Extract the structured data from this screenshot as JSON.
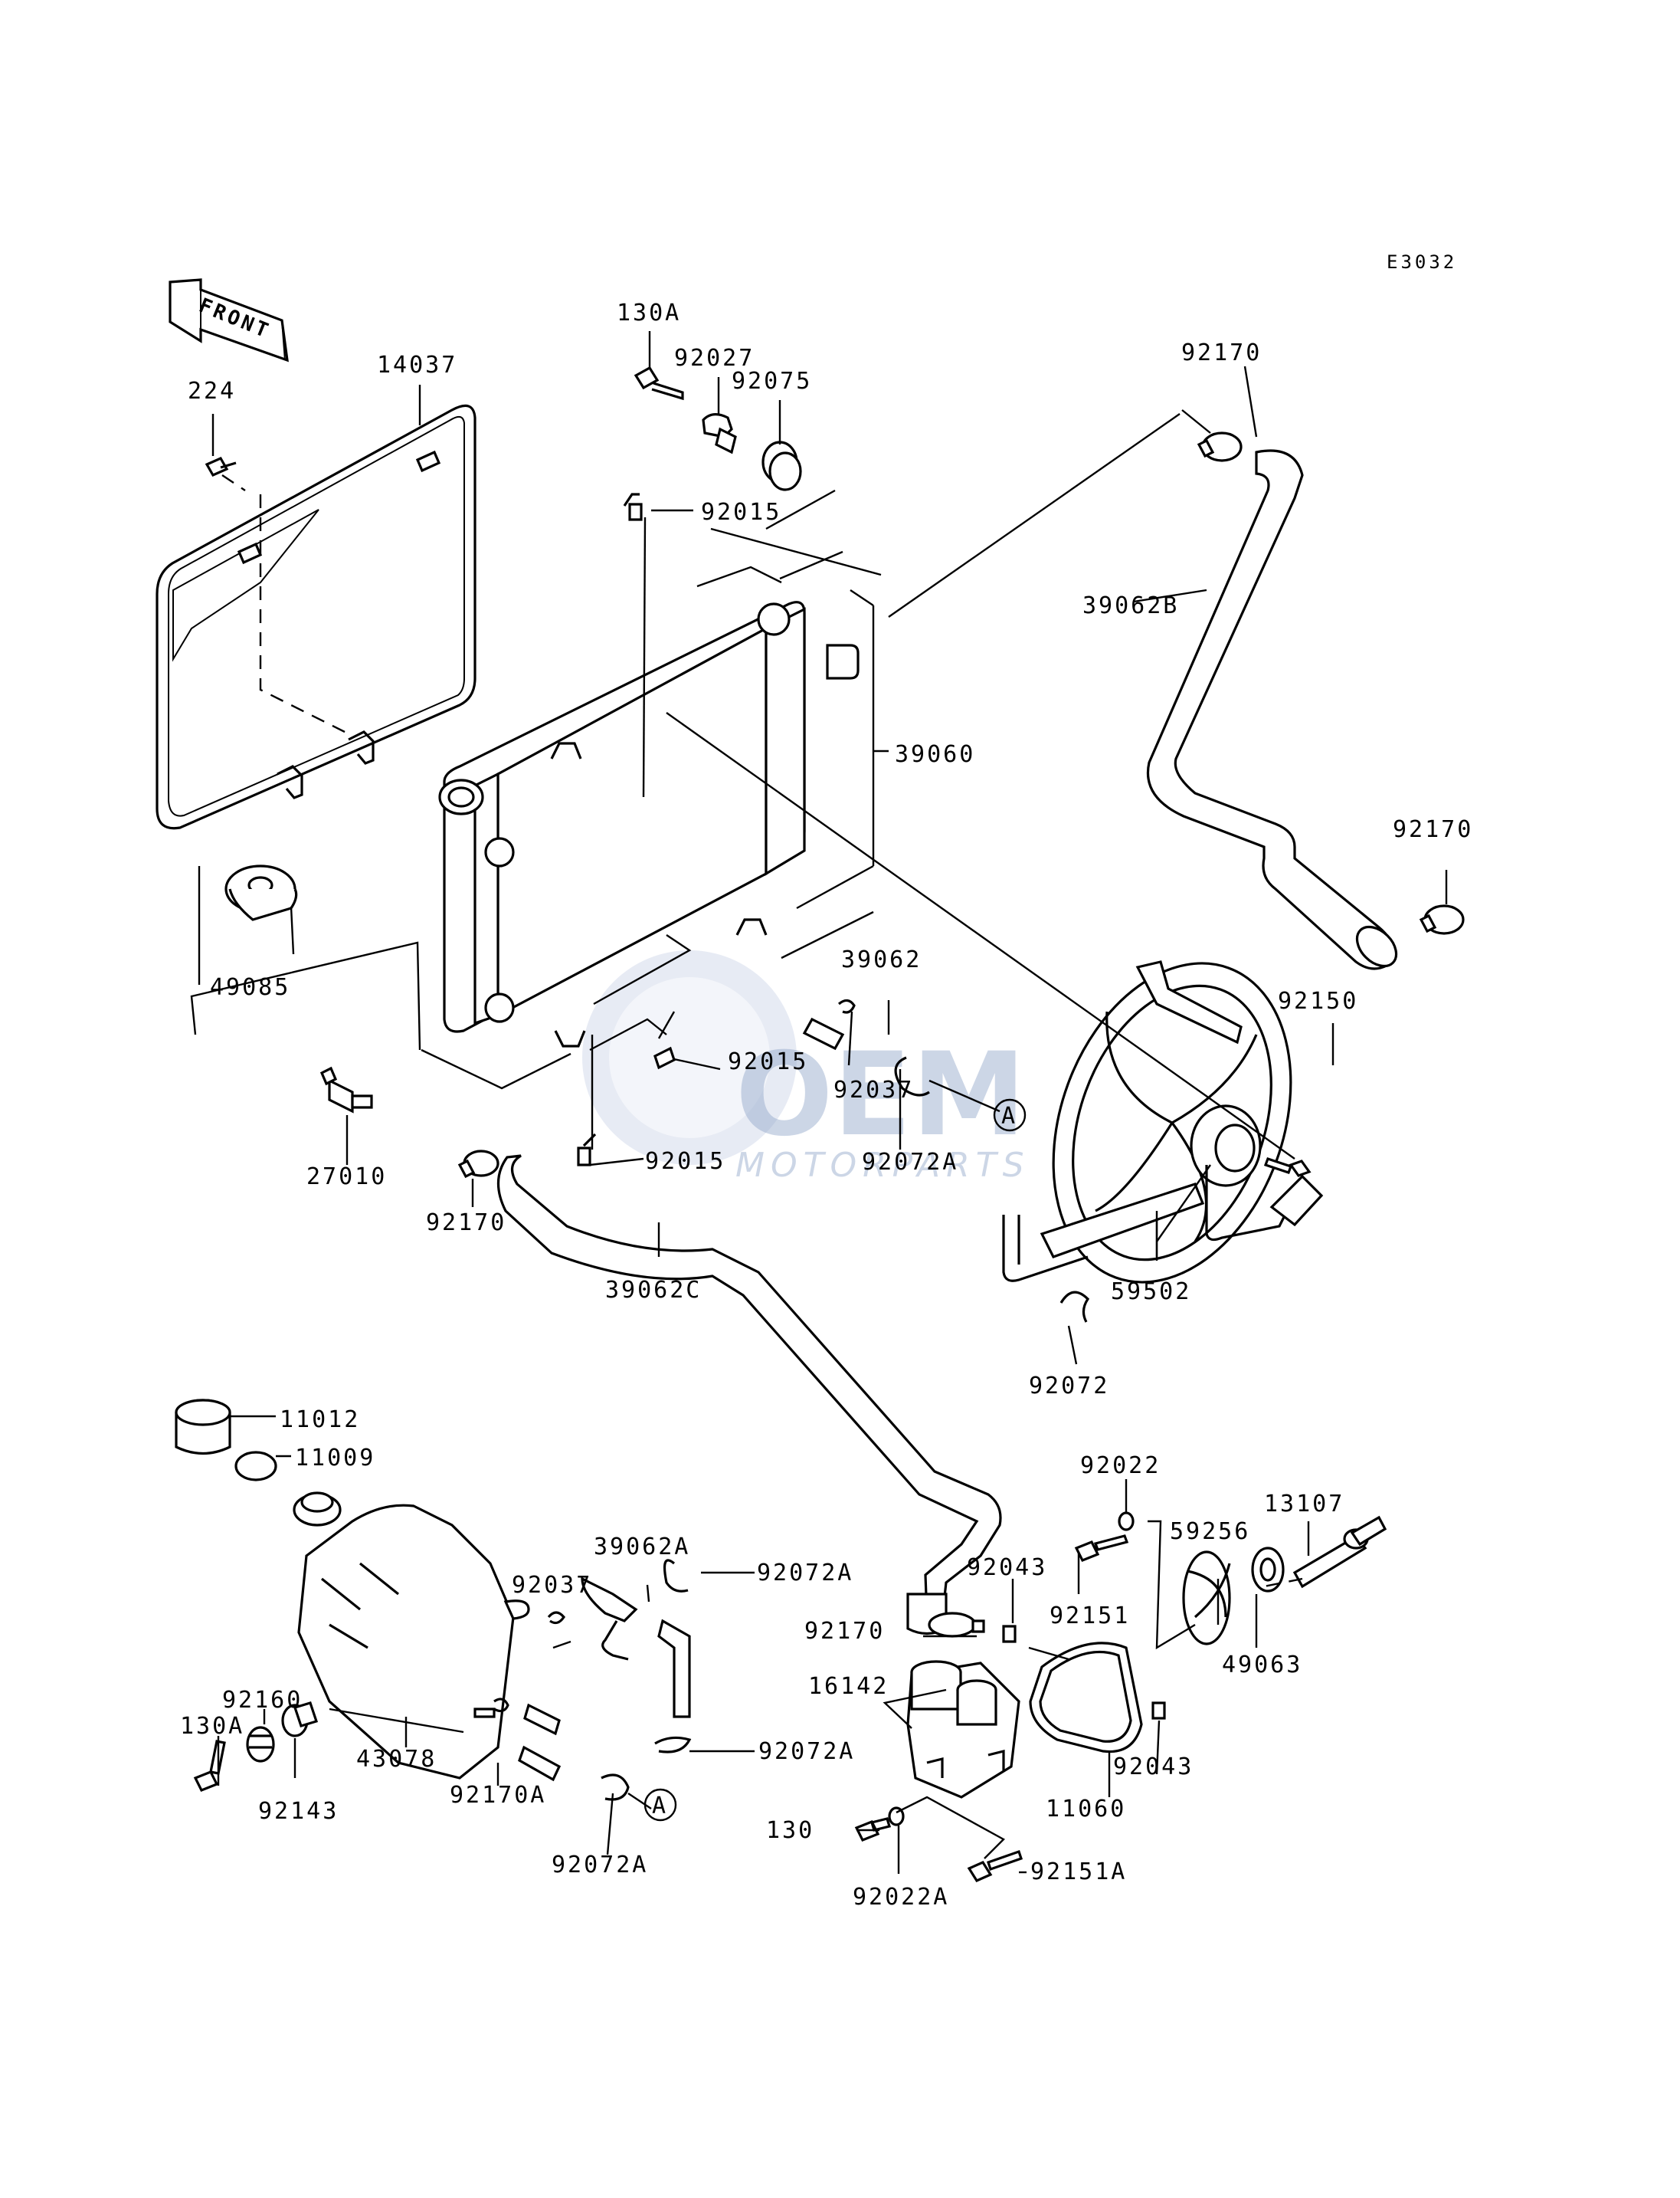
{
  "diagram_code": "E3032",
  "front_indicator": "FRONT",
  "watermark": {
    "main": "OEM",
    "sub": "MOTORPARTS"
  },
  "labels": {
    "l224": "224",
    "l14037": "14037",
    "l130a_top": "130A",
    "l92027": "92027",
    "l92075": "92075",
    "l92015_top": "92015",
    "l92170_top": "92170",
    "l39062b": "39062B",
    "l39060": "39060",
    "l92170_right": "92170",
    "l49085": "49085",
    "l39062": "39062",
    "l92150": "92150",
    "l92015_mid": "92015",
    "l92037_mid": "92037",
    "l92072a_mid": "92072A",
    "l27010": "27010",
    "l92015_low": "92015",
    "l92170_left": "92170",
    "l39062c": "39062C",
    "l59502": "59502",
    "l92072": "92072",
    "l11012": "11012",
    "l11009": "11009",
    "l92022_top": "92022",
    "l13107": "13107",
    "l59256": "59256",
    "l39062a": "39062A",
    "l92072a_tank": "92072A",
    "l92037_tank": "92037",
    "l92043_top": "92043",
    "l92151": "92151",
    "l49063": "49063",
    "l92170_pump": "92170",
    "l92160": "92160",
    "l16142": "16142",
    "l130a_bottom": "130A",
    "l92072a_lower": "92072A",
    "l92043_bottom": "92043",
    "l43078": "43078",
    "l92143": "92143",
    "l92170a": "92170A",
    "l11060": "11060",
    "l130": "130",
    "l92072a_bottom": "92072A",
    "l92022a": "92022A",
    "l92151a": "92151A"
  },
  "reference_markers": {
    "a_upper": "A",
    "a_lower": "A"
  }
}
